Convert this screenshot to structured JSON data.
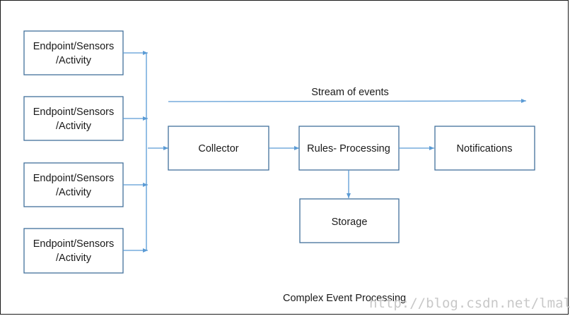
{
  "sources": [
    {
      "line1": "Endpoint/Sensors",
      "line2": "/Activity"
    },
    {
      "line1": "Endpoint/Sensors",
      "line2": "/Activity"
    },
    {
      "line1": "Endpoint/Sensors",
      "line2": "/Activity"
    },
    {
      "line1": "Endpoint/Sensors",
      "line2": "/Activity"
    }
  ],
  "collector": "Collector",
  "rules": "Rules- Processing",
  "notifications": "Notifications",
  "storage": "Storage",
  "stream_label": "Stream of events",
  "caption": "Complex Event Processing",
  "watermark": "http://blog.csdn.net/lmalds",
  "colors": {
    "box_border": "#41719c",
    "connector": "#5b9bd5",
    "text": "#1a1a1a"
  }
}
